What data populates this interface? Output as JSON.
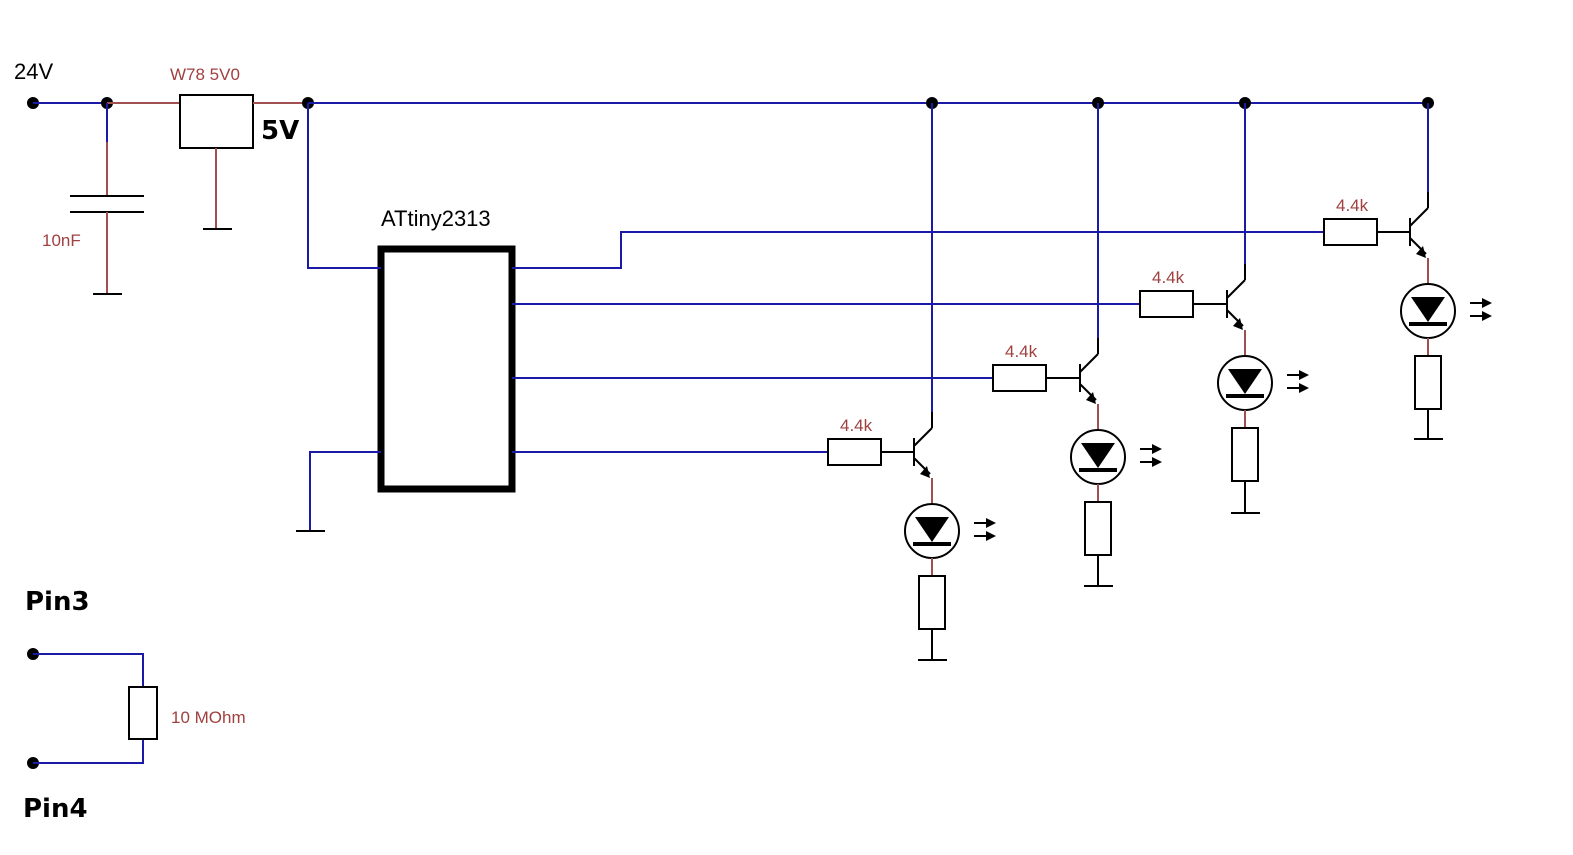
{
  "labels": {
    "supply": "24V",
    "regulator": "W78 5V0",
    "rail": "5V",
    "capacitor": "10nF",
    "mcu": "ATtiny2313",
    "pin3": "Pin3",
    "pin4": "Pin4",
    "pin_resistor": "10 MOhm"
  },
  "channels": [
    {
      "resistor": "4.4k"
    },
    {
      "resistor": "4.4k"
    },
    {
      "resistor": "4.4k"
    },
    {
      "resistor": "4.4k"
    }
  ],
  "colors": {
    "wire": "#1a1aa6",
    "component_lead": "#a05050",
    "component_label": "#a04040",
    "text": "#000000"
  }
}
